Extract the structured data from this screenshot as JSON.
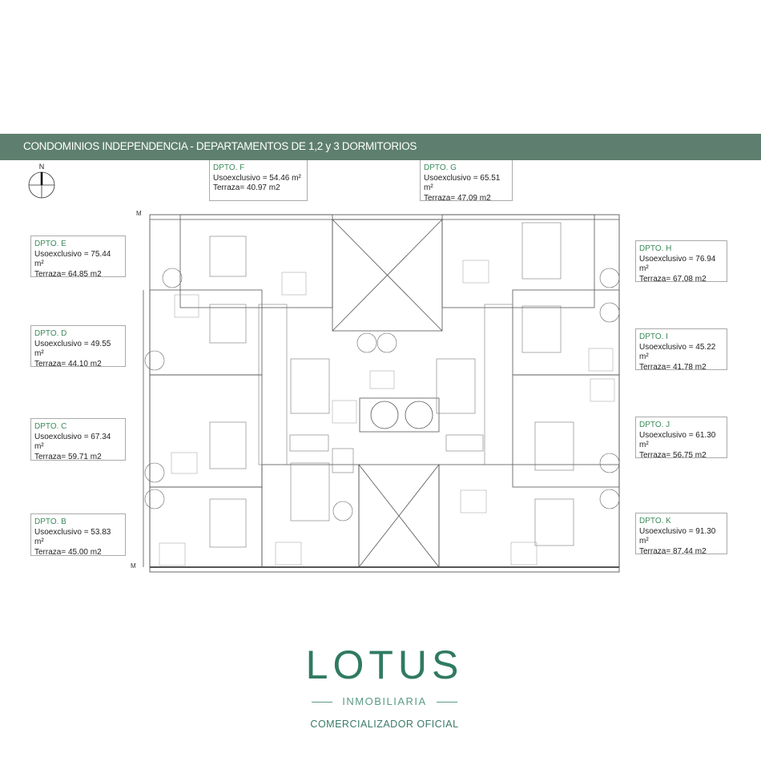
{
  "header": {
    "title": "CONDOMINIOS INDEPENDENCIA - DEPARTAMENTOS DE 1,2 y 3 DORMITORIOS"
  },
  "compass": {
    "label": "N"
  },
  "units": [
    {
      "name": "DPTO. F",
      "uso": "Usoexclusivo = 54.46 m²",
      "terraza": "Terraza= 40.97 m2"
    },
    {
      "name": "DPTO. G",
      "uso": "Usoexclusivo = 65.51 m²",
      "terraza": "Terraza= 47.09 m2"
    },
    {
      "name": "DPTO. E",
      "uso": "Usoexclusivo = 75.44 m²",
      "terraza": "Terraza= 64.85 m2"
    },
    {
      "name": "DPTO. D",
      "uso": "Usoexclusivo = 49.55 m²",
      "terraza": "Terraza= 44.10 m2"
    },
    {
      "name": "DPTO. C",
      "uso": "Usoexclusivo = 67.34 m²",
      "terraza": "Terraza= 59.71 m2"
    },
    {
      "name": "DPTO. B",
      "uso": "Usoexclusivo = 53.83 m²",
      "terraza": "Terraza= 45.00 m2"
    },
    {
      "name": "DPTO. H",
      "uso": "Usoexclusivo = 76.94 m²",
      "terraza": "Terraza= 67.08 m2"
    },
    {
      "name": "DPTO. I",
      "uso": "Usoexclusivo = 45.22 m²",
      "terraza": "Terraza= 41.78 m2"
    },
    {
      "name": "DPTO. J",
      "uso": "Usoexclusivo = 61.30 m²",
      "terraza": "Terraza= 56.75 m2"
    },
    {
      "name": "DPTO. K",
      "uso": "Usoexclusivo = 91.30 m²",
      "terraza": "Terraza= 87.44 m2"
    }
  ],
  "plan": {
    "marker_top": "M",
    "marker_bottom": "M"
  },
  "logo": {
    "brand": "LOTUS",
    "sub": "INMOBILIARIA",
    "tagline": "COMERCIALIZADOR OFICIAL"
  }
}
